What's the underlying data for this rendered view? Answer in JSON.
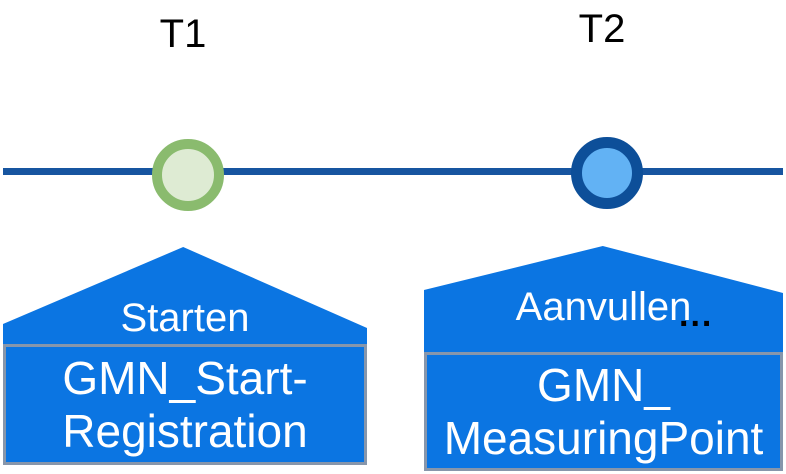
{
  "diagram": {
    "background_color": "#ffffff",
    "axis_color": "#1755a0",
    "house_color": "#0b75e2",
    "box_border_color": "#8796ab",
    "points": [
      {
        "time_label": "T1",
        "marker": {
          "fill": "#deebd3",
          "border": "#8abb6e"
        },
        "event": {
          "action_label": "Starten",
          "object_line1": "GMN_Start-",
          "object_line2": "Registration"
        }
      },
      {
        "time_label": "T2",
        "marker": {
          "fill": "#62b2f4",
          "border": "#0d4f99"
        },
        "event": {
          "action_label": "Aanvullen",
          "ellipsis": "...",
          "object_line1": "GMN_",
          "object_line2": "MeasuringPoint"
        }
      }
    ]
  }
}
